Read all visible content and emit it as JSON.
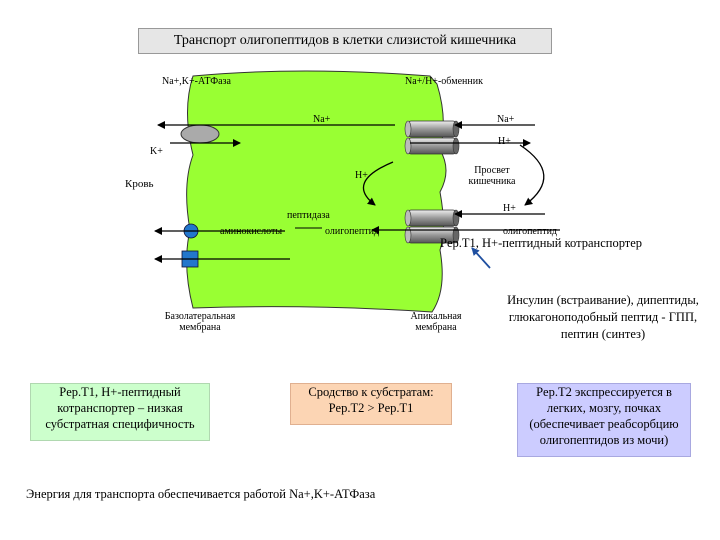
{
  "title": "Транспорт олигопептидов в клетки слизистой кишечника",
  "labels": {
    "na_k_atpase": "Na+,K+-АТФаза",
    "na_h_exchanger": "Na+/H+-обменник",
    "na_in": "Na+",
    "na_out": "Na+",
    "k": "K+",
    "h_out": "H+",
    "h_in": "H+",
    "h_out2": "H+",
    "blood": "Кровь",
    "lumen": "Просвет кишечника",
    "peptidase": "пептидаза",
    "amino_acids": "аминокислоты",
    "oligopeptide_in": "олигопептид",
    "oligopeptide_out": "олигопептид",
    "pept1_cotransporter": "Pep.T1, H+-пептидный котранспортер",
    "basolateral": "Базолатеральная мембрана",
    "apical": "Апикальная мембрана"
  },
  "insulin_note": "Инсулин (встраивание), дипептиды, глюкагоноподобный пептид - ГПП, пептин (синтез)",
  "boxes": {
    "left": "Pep.T1, H+-пептидный котранспортер – низкая субстратная специфичность",
    "middle": "Сродство к субстратам: Pep.T2 > Pep.T1",
    "right": "Pep.T2 экспрессируется в легких, мозгу, почках (обеспечивает реабсорбцию олигопептидов из мочи)"
  },
  "footer": "Энергия для транспорта обеспечивается работой Na+,K+-АТФаза",
  "colors": {
    "cell": "#99ff33",
    "title_bg": "#e6e6e6",
    "box_left": "#ccffcc",
    "box_middle": "#fcd5b4",
    "box_right": "#ccccff",
    "transporter_blue": "#2277cc"
  }
}
